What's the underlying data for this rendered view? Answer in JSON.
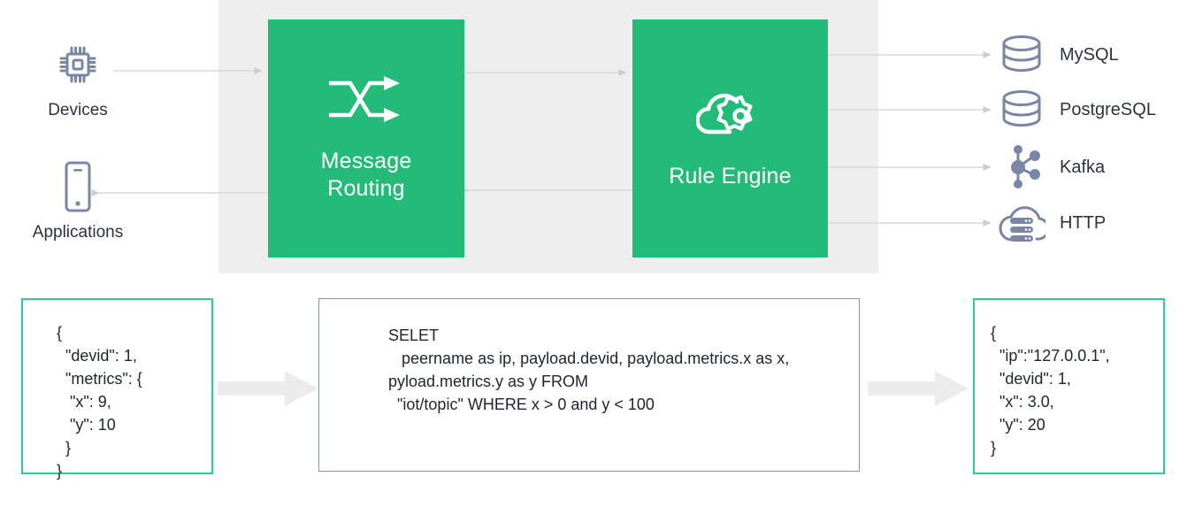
{
  "diagram": {
    "title": "EMQX message routing and rule engine data flow",
    "colors": {
      "process_green": "#22bb77",
      "panel_gray": "#eeeeee",
      "icon_slate": "#7b85a6",
      "text_navy": "#2b3241",
      "accent_green_border": "#2ecc8f",
      "query_border": "#8993ad",
      "connector_gray": "#d6d6d6",
      "block_arrow_gray": "#ececec"
    }
  },
  "sources": [
    {
      "id": "devices",
      "label": "Devices",
      "icon": "microchip-icon"
    },
    {
      "id": "applications",
      "label": "Applications",
      "icon": "smartphone-icon"
    }
  ],
  "processes": [
    {
      "id": "message-routing",
      "label": "Message\nRouting",
      "line1": "Message",
      "line2": "Routing",
      "icon": "shuffle-arrows-icon"
    },
    {
      "id": "rule-engine",
      "label": "Rule Engine",
      "line1": "Rule Engine",
      "line2": "",
      "icon": "cloud-gear-icon"
    }
  ],
  "destinations": [
    {
      "id": "mysql",
      "label": "MySQL",
      "icon": "database-cylinder-icon"
    },
    {
      "id": "postgresql",
      "label": "PostgreSQL",
      "icon": "database-cylinder-icon"
    },
    {
      "id": "kafka",
      "label": "Kafka",
      "icon": "node-graph-icon"
    },
    {
      "id": "http",
      "label": "HTTP",
      "icon": "cloud-server-icon"
    }
  ],
  "code": {
    "input": {
      "caption": "input-message-json",
      "text": "{\n  \"devid\": 1,\n  \"metrics\": {\n   \"x\": 9,\n   \"y\": 10\n  }\n}"
    },
    "query": {
      "caption": "sql-rule-statement",
      "text": "SELET\n   peername as ip, payload.devid, payload.metrics.x as x, pyload.metrics.y as y FROM\n  \"iot/topic\" WHERE x > 0 and y < 100"
    },
    "output": {
      "caption": "output-message-json",
      "text": "{\n  \"ip\":\"127.0.0.1\",\n  \"devid\": 1,\n  \"x\": 3.0,\n  \"y\": 20\n}"
    }
  }
}
